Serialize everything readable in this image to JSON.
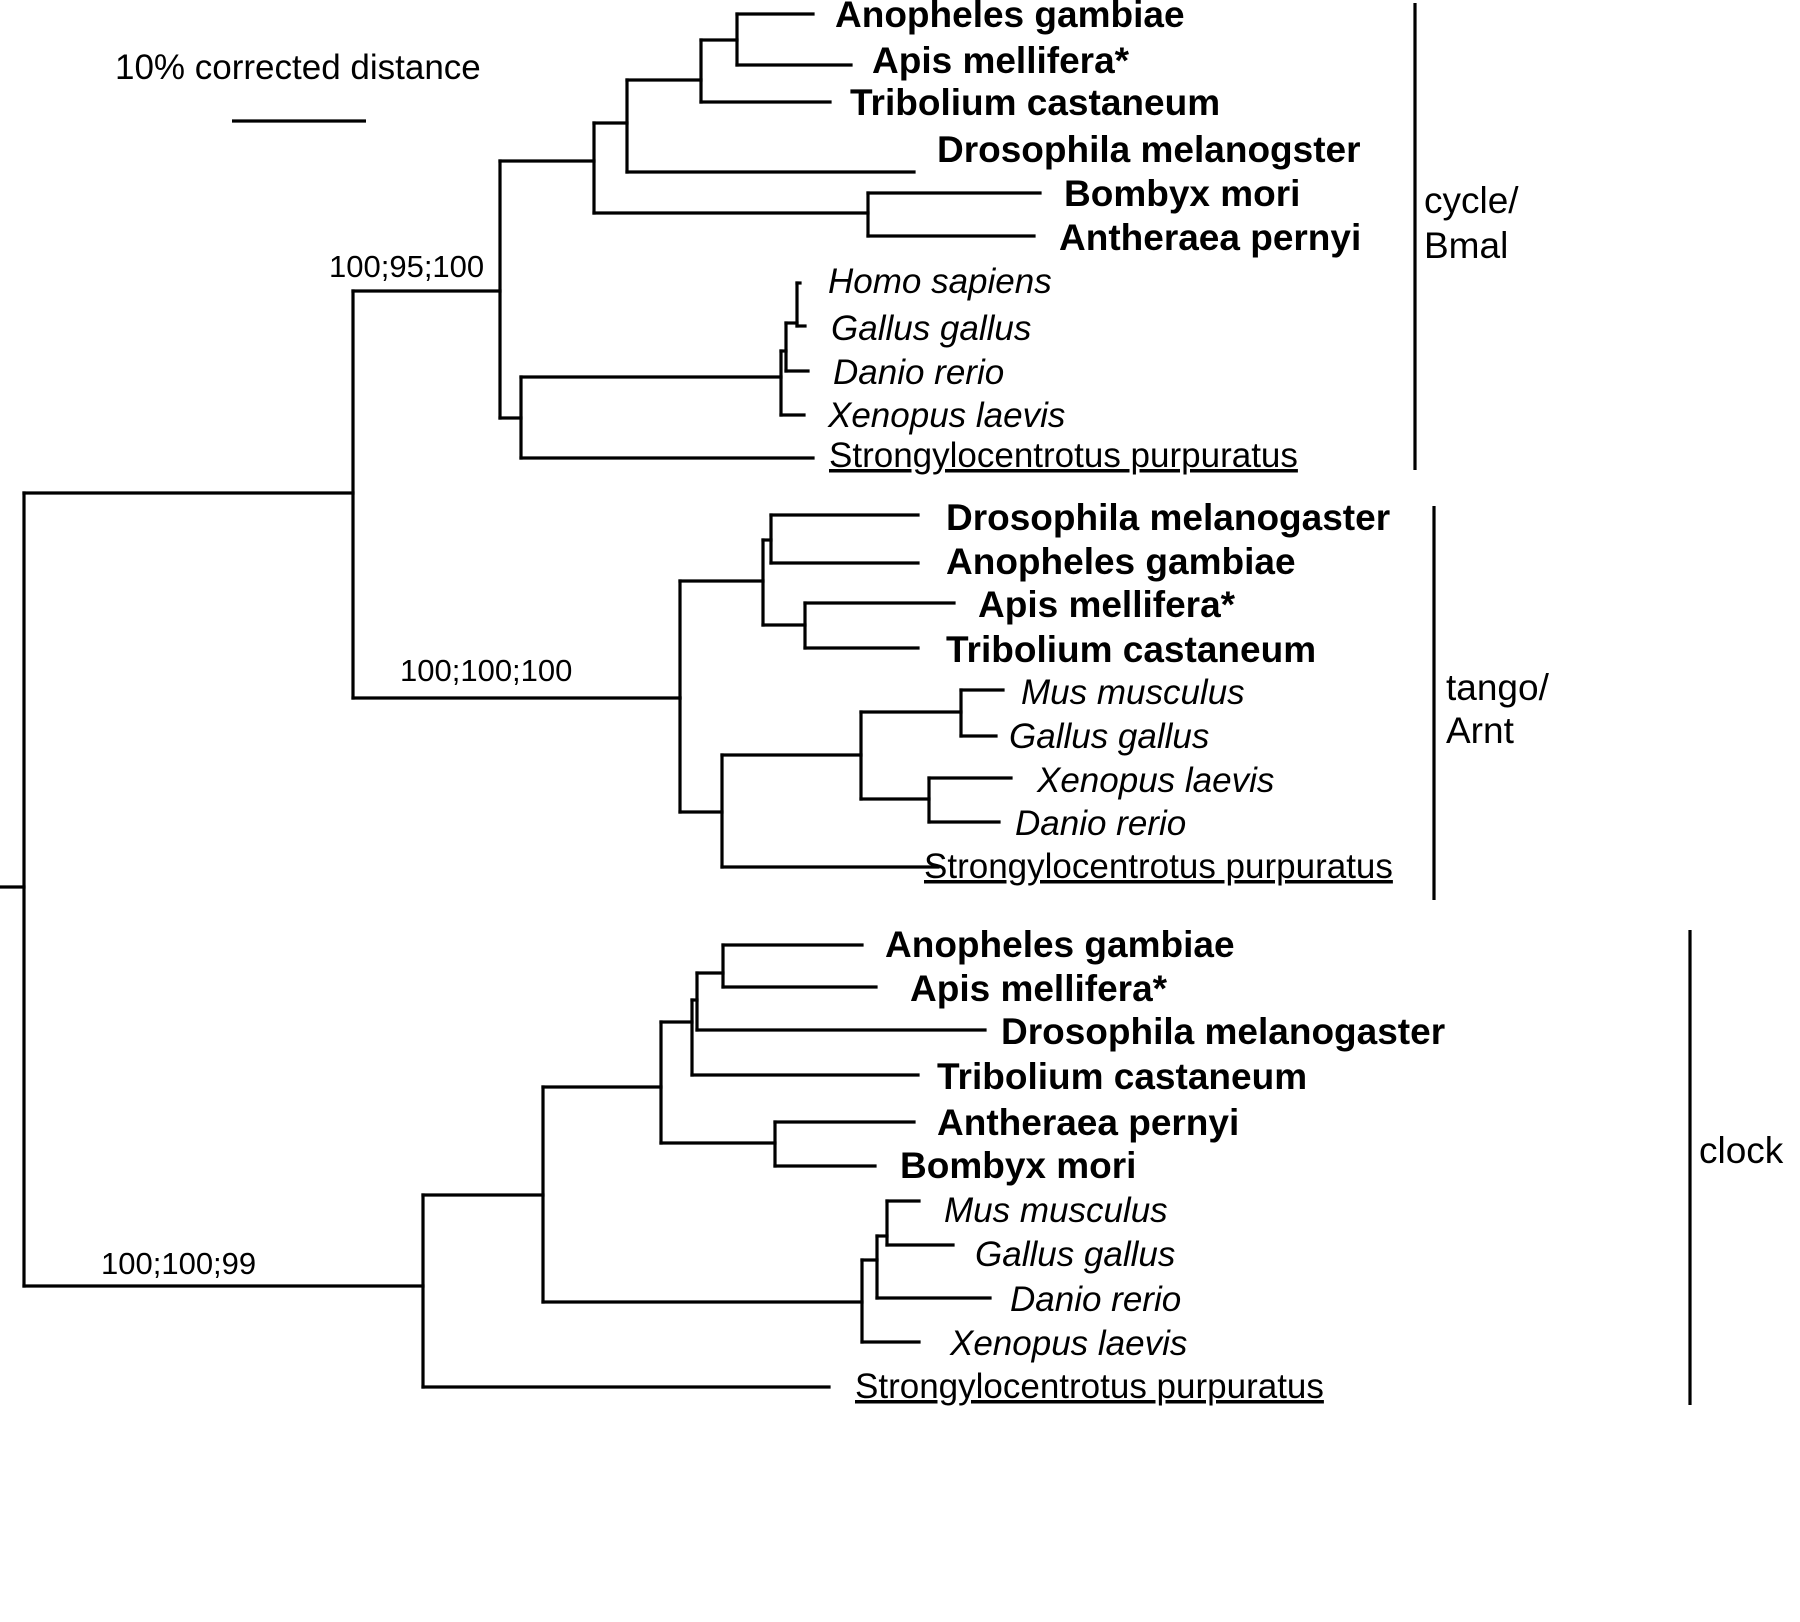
{
  "scale_bar": {
    "label": "10% corrected distance"
  },
  "support": {
    "cycle_bmal": "100;95;100",
    "tango_arnt": "100;100;100",
    "clock": "100;100;99"
  },
  "groups": {
    "cycle_bmal": {
      "line1": "cycle/",
      "line2": "Bmal"
    },
    "tango_arnt": {
      "line1": "tango/",
      "line2": "Arnt"
    },
    "clock": {
      "line1": "clock"
    }
  },
  "taxa": {
    "cycle_bmal": [
      {
        "name": "Anopheles gambiae",
        "style": "insect"
      },
      {
        "name": "Apis mellifera*",
        "style": "insect"
      },
      {
        "name": "Tribolium castaneum",
        "style": "insect"
      },
      {
        "name": "Drosophila melanogster",
        "style": "insect"
      },
      {
        "name": "Bombyx mori",
        "style": "insect"
      },
      {
        "name": "Antheraea pernyi",
        "style": "insect"
      },
      {
        "name": "Homo sapiens",
        "style": "vertebrate"
      },
      {
        "name": "Gallus gallus",
        "style": "vertebrate"
      },
      {
        "name": "Danio rerio",
        "style": "vertebrate"
      },
      {
        "name": "Xenopus laevis",
        "style": "vertebrate"
      },
      {
        "name": "Strongylocentrotus purpuratus",
        "style": "echinoderm"
      }
    ],
    "tango_arnt": [
      {
        "name": "Drosophila melanogaster",
        "style": "insect"
      },
      {
        "name": "Anopheles gambiae",
        "style": "insect"
      },
      {
        "name": "Apis mellifera*",
        "style": "insect"
      },
      {
        "name": "Tribolium castaneum",
        "style": "insect"
      },
      {
        "name": "Mus musculus",
        "style": "vertebrate"
      },
      {
        "name": "Gallus gallus",
        "style": "vertebrate"
      },
      {
        "name": "Xenopus laevis",
        "style": "vertebrate"
      },
      {
        "name": "Danio rerio",
        "style": "vertebrate"
      },
      {
        "name": "Strongylocentrotus purpuratus",
        "style": "echinoderm"
      }
    ],
    "clock": [
      {
        "name": "Anopheles gambiae",
        "style": "insect"
      },
      {
        "name": "Apis mellifera*",
        "style": "insect"
      },
      {
        "name": "Drosophila melanogaster",
        "style": "insect"
      },
      {
        "name": "Tribolium castaneum",
        "style": "insect"
      },
      {
        "name": "Antheraea pernyi",
        "style": "insect"
      },
      {
        "name": "Bombyx mori",
        "style": "insect"
      },
      {
        "name": "Mus musculus",
        "style": "vertebrate"
      },
      {
        "name": "Gallus gallus",
        "style": "vertebrate"
      },
      {
        "name": "Danio rerio",
        "style": "vertebrate"
      },
      {
        "name": "Xenopus laevis",
        "style": "vertebrate"
      },
      {
        "name": "Strongylocentrotus purpuratus",
        "style": "echinoderm"
      }
    ]
  }
}
